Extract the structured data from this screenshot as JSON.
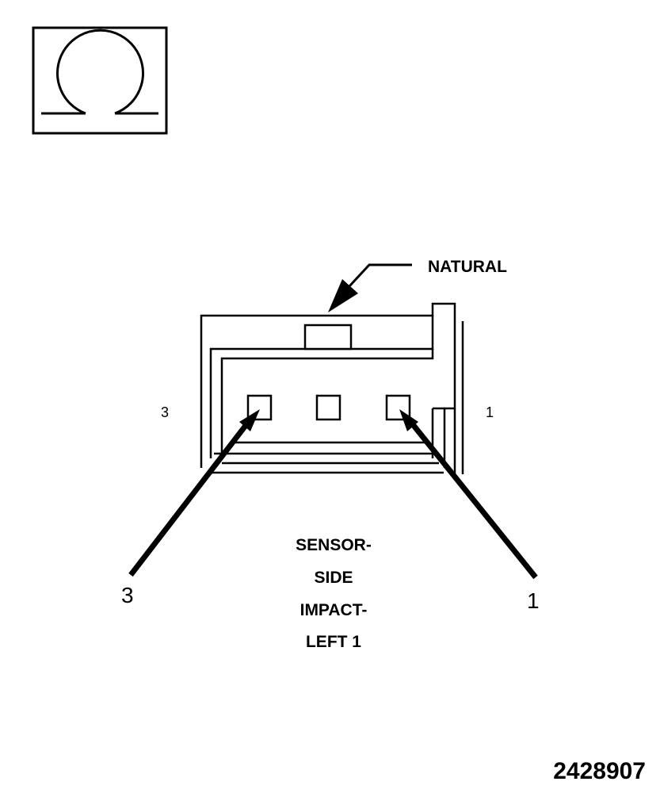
{
  "symbol": {
    "icon": "ohm-icon"
  },
  "connector": {
    "color_label": "NATURAL",
    "cavity_label_left": "3",
    "cavity_label_right": "1"
  },
  "callouts": {
    "left_pin": "3",
    "right_pin": "1"
  },
  "component_name": {
    "line1": "SENSOR-",
    "line2": "SIDE",
    "line3": "IMPACT-",
    "line4": "LEFT 1"
  },
  "figure_id": "2428907"
}
